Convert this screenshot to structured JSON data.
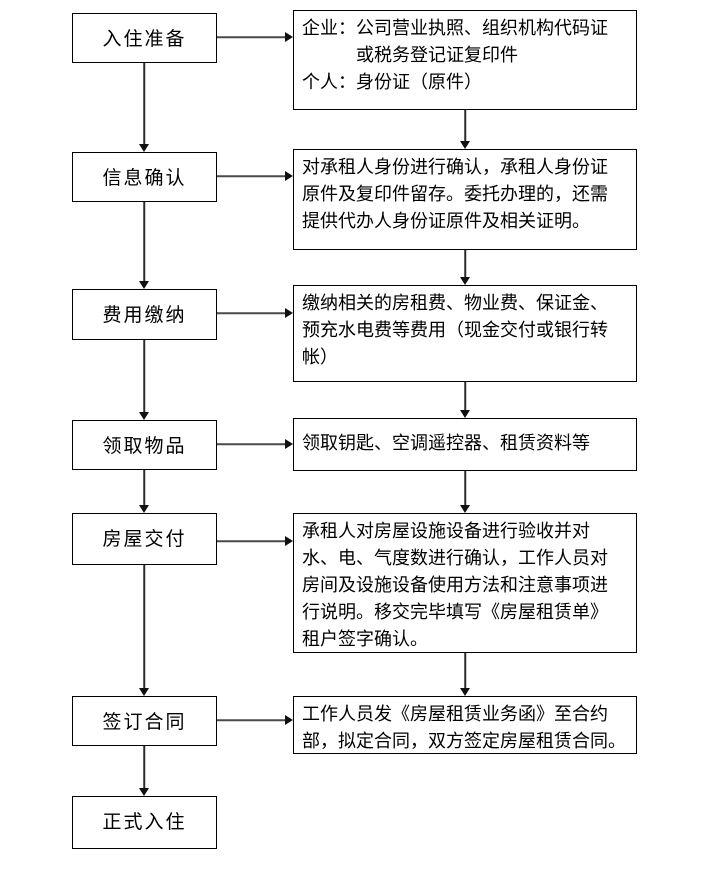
{
  "diagram": {
    "type": "flowchart",
    "direction": "top-to-bottom",
    "colors": {
      "box_border": "#000000",
      "text": "#000000",
      "background": "#ffffff",
      "arrow": "#2b2b2b"
    },
    "steps": [
      {
        "label": "入住准备",
        "details": [
          "企业：公司营业执照、组织机构代码证",
          "或税务登记证复印件",
          "个人：身份证（原件）"
        ]
      },
      {
        "label": "信息确认",
        "details": [
          "对承租人身份进行确认，承租人身份证",
          "原件及复印件留存。委托办理的，还需",
          "提供代办人身份证原件及相关证明。"
        ]
      },
      {
        "label": "费用缴纳",
        "details": [
          "缴纳相关的房租费、物业费、保证金、",
          "预充水电费等费用（现金交付或银行转",
          "帐）"
        ]
      },
      {
        "label": "领取物品",
        "details": [
          "领取钥匙、空调遥控器、租赁资料等"
        ]
      },
      {
        "label": "房屋交付",
        "details": [
          "承租人对房屋设施设备进行验收并对",
          "水、电、气度数进行确认，工作人员对",
          "房间及设施设备使用方法和注意事项进",
          "行说明。移交完毕填写《房屋租赁单》",
          "租户签字确认。"
        ]
      },
      {
        "label": "签订合同",
        "details": [
          "工作人员发《房屋租赁业务函》至合约",
          "部，拟定合同，双方签定房屋租赁合同。"
        ]
      },
      {
        "label": "正式入住",
        "details": []
      }
    ]
  }
}
